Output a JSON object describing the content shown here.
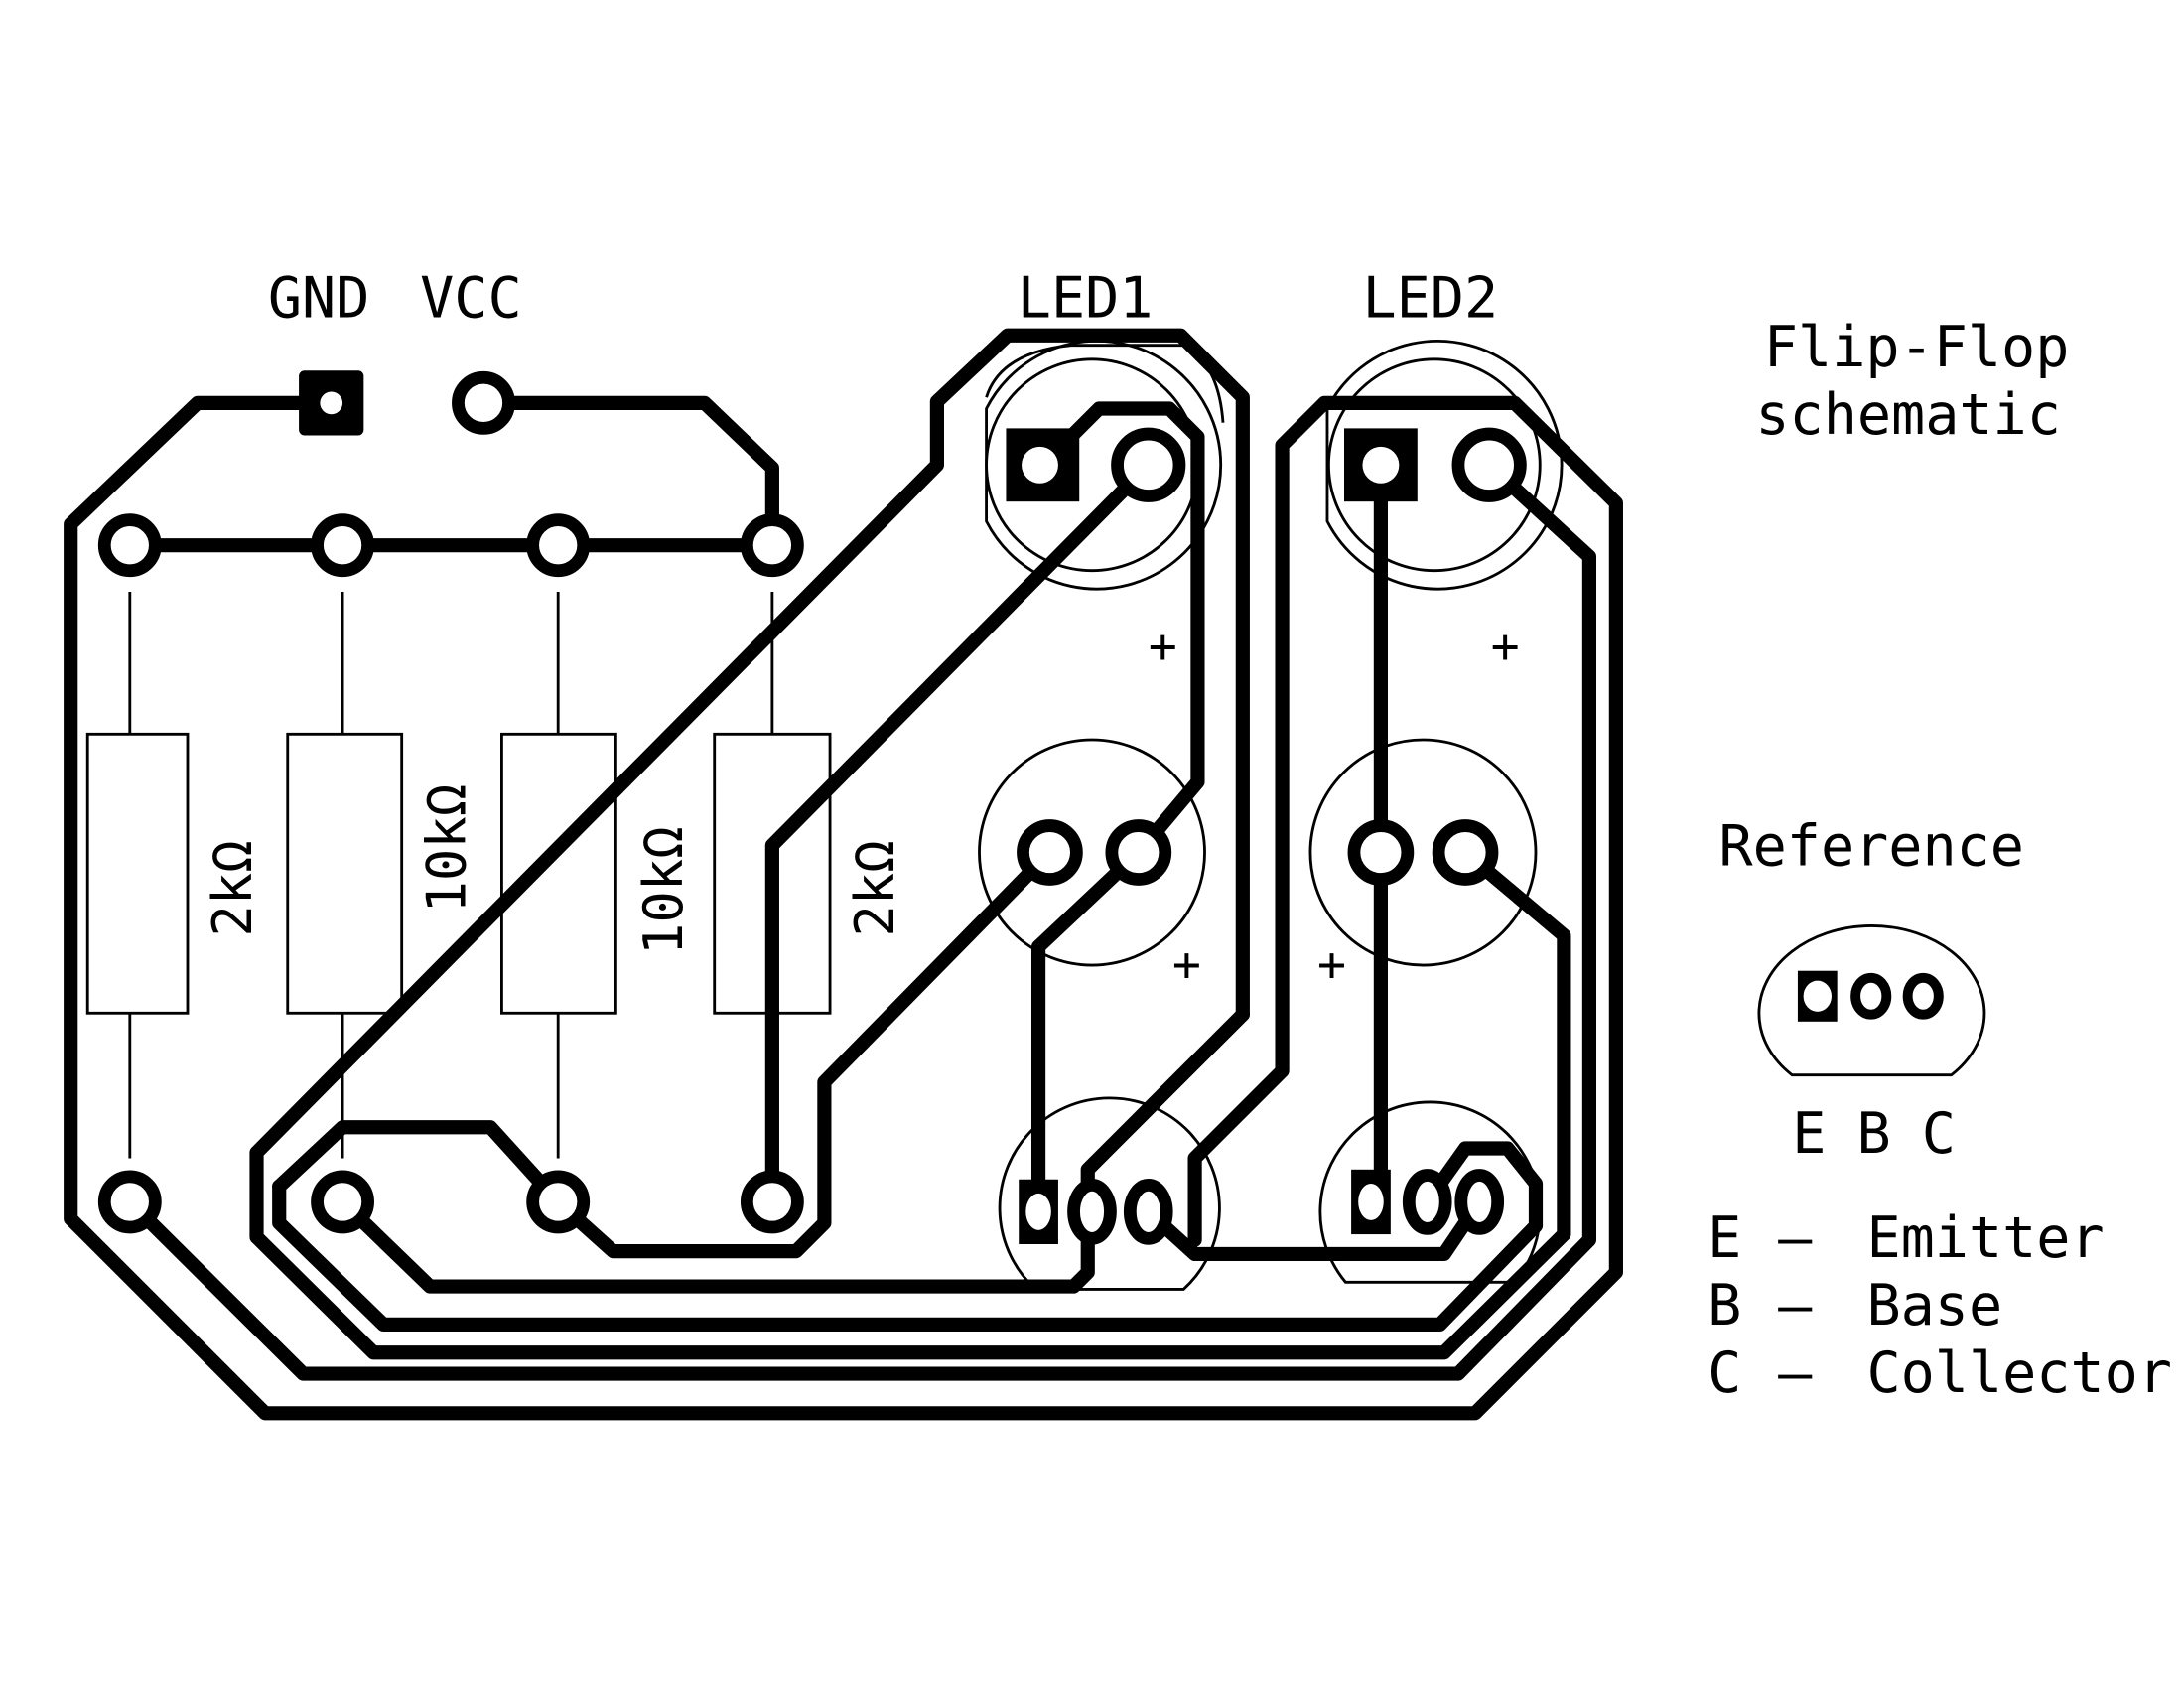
{
  "title": {
    "line1": "Flip-Flop",
    "line2": "schematic"
  },
  "power": {
    "gnd_label": "GND",
    "vcc_label": "VCC"
  },
  "leds": [
    {
      "label": "LED1",
      "polarity": "+"
    },
    {
      "label": "LED2",
      "polarity": "+"
    }
  ],
  "capacitors": [
    {
      "polarity": "+"
    },
    {
      "polarity": "+"
    }
  ],
  "resistors": [
    {
      "value": "2kΩ"
    },
    {
      "value": "10kΩ"
    },
    {
      "value": "10kΩ"
    },
    {
      "value": "2kΩ"
    }
  ],
  "reference": {
    "heading": "Reference",
    "pin_letters": [
      "E",
      "B",
      "C"
    ],
    "legend": [
      {
        "letter": "E",
        "dash": "—",
        "name": "Emitter"
      },
      {
        "letter": "B",
        "dash": "—",
        "name": "Base"
      },
      {
        "letter": "C",
        "dash": "—",
        "name": "Collector"
      }
    ]
  },
  "colors": {
    "copper": "#000000",
    "background": "#ffffff"
  }
}
